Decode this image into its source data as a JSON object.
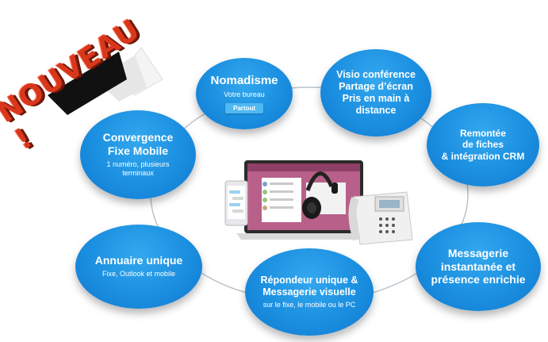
{
  "banner": {
    "text": "NOUVEAU !"
  },
  "bubbles": {
    "nomadisme": {
      "title": "Nomadisme",
      "sub": "Votre bureau",
      "pill": "Partout"
    },
    "visio": {
      "title_lines": [
        "Visio conférence",
        "Partage d’écran",
        "Pris en main à",
        "distance"
      ]
    },
    "convergence": {
      "title_lines": [
        "Convergence",
        "Fixe Mobile"
      ],
      "sub_lines": [
        "1 numéro, plusieurs",
        "terminaux"
      ]
    },
    "crm": {
      "title_lines": [
        "Remontée",
        "de fiches",
        "& intégration CRM"
      ]
    },
    "annuaire": {
      "title": "Annuaire unique",
      "sub": "Fixe, Outlook et mobile"
    },
    "repondeur": {
      "title_lines": [
        "Répondeur unique &",
        "Messagerie visuelle"
      ],
      "sub": "sur le fixe, le mobile ou le PC"
    },
    "messagerie": {
      "title_lines": [
        "Messagerie",
        "instantanée et",
        "présence enrichie"
      ]
    }
  },
  "colors": {
    "bubble": "#1b8fe0",
    "banner": "#d9371c",
    "ring": "#b8c4cc"
  }
}
